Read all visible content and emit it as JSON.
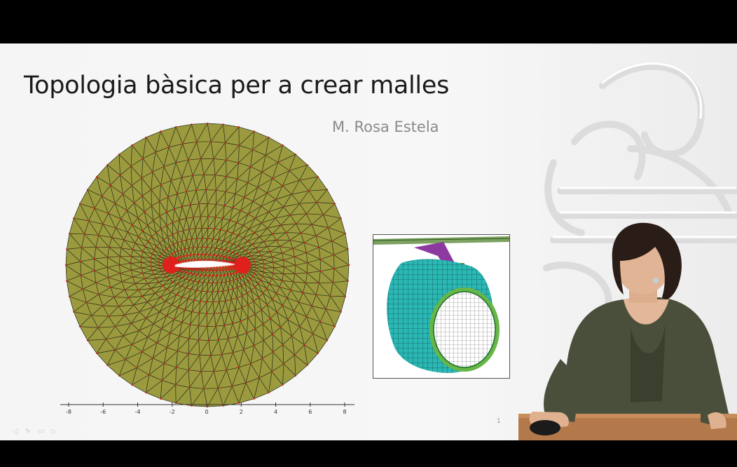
{
  "slide": {
    "title": "Topologia bàsica per a crear malles",
    "author": "M. Rosa Estela",
    "page_number": "1"
  },
  "axis": {
    "ticks": [
      "-8",
      "-6",
      "-4",
      "-2",
      "0",
      "2",
      "4",
      "6",
      "8"
    ]
  },
  "nav_icons": [
    "previous-icon",
    "pen-icon",
    "menu-icon",
    "next-icon"
  ],
  "colors": {
    "mesh_fill": "#9c9a3e",
    "mesh_edge": "#1f2a1a",
    "mesh_node": "#e0201a",
    "cylinder": "#2bb7b3"
  }
}
